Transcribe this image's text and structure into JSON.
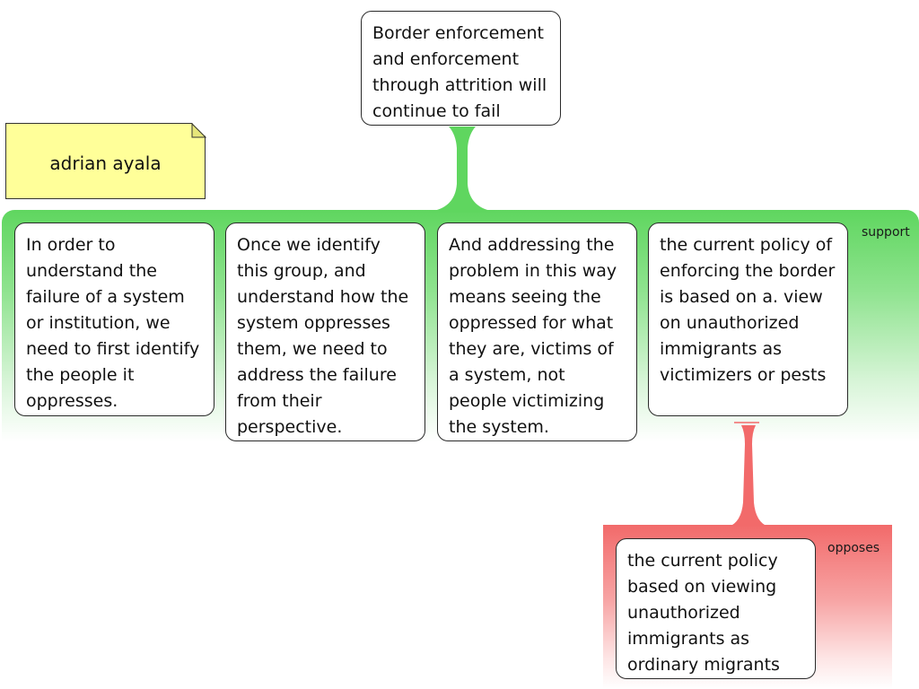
{
  "note": {
    "author": "adrian ayala"
  },
  "claim": {
    "text": "Border enforcement and enforcement through attrition will continue to fail"
  },
  "support": {
    "label": "support",
    "premises": [
      "In order to understand the failure of a system or institution, we need to first identify the people it oppresses.",
      "Once we identify this group, and understand how the system oppresses them, we need to address the failure from their perspective.",
      "And addressing the problem in this way means seeing the oppressed for what they are, victims of a system, not people victimizing the system.",
      "the current policy of enforcing the border is based on a. view on unauthorized immigrants as victimizers or pests"
    ]
  },
  "opposes": {
    "label": "opposes",
    "objection": "the current policy based on viewing unauthorized immigrants as ordinary migrants"
  },
  "colors": {
    "support": "#5fd65f",
    "opposes": "#f26a6a",
    "note": "#ffff99"
  }
}
